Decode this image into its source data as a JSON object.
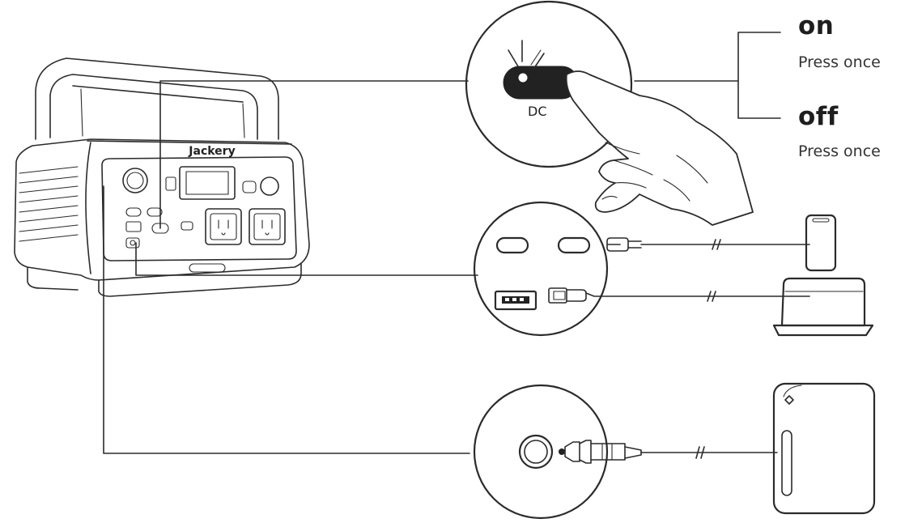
{
  "station": {
    "brand": "Jackery"
  },
  "dc_button": {
    "label": "DC"
  },
  "toggle": {
    "on_label": "on",
    "on_hint": "Press once",
    "off_label": "off",
    "off_hint": "Press once"
  }
}
